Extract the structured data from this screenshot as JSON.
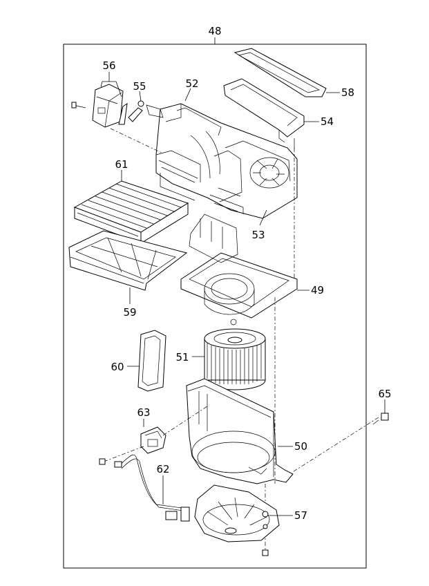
{
  "callouts": {
    "assembly": "48",
    "actuator": "56",
    "link": "55",
    "upper_case": "52",
    "seal_top": "58",
    "duct": "54",
    "filter": "61",
    "case_lower": "53",
    "blower_upper": "49",
    "filter_cover": "59",
    "fan": "51",
    "seal_side": "60",
    "screw_right": "65",
    "resistor": "63",
    "blower_case": "50",
    "harness": "62",
    "lower_cover": "57"
  }
}
